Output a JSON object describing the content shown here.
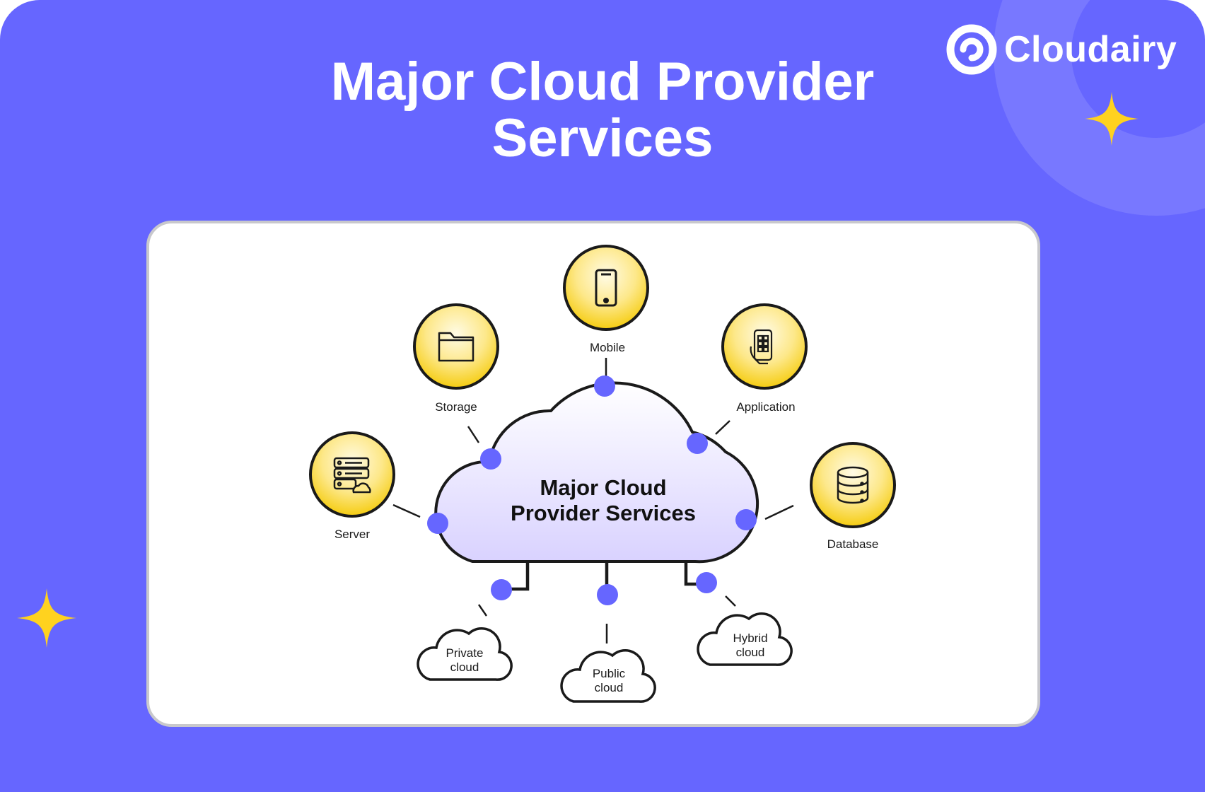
{
  "brand": {
    "name": "Cloudairy"
  },
  "title": {
    "line1": "Major Cloud Provider",
    "line2": "Services"
  },
  "diagram": {
    "center": {
      "line1": "Major  Cloud",
      "line2": "Provider Services"
    },
    "services": [
      {
        "label": "Server",
        "icon": "server-icon"
      },
      {
        "label": "Storage",
        "icon": "folder-icon"
      },
      {
        "label": "Mobile",
        "icon": "smartphone-icon"
      },
      {
        "label": "Application",
        "icon": "app-phone-icon"
      },
      {
        "label": "Database",
        "icon": "database-icon"
      }
    ],
    "deployments": [
      {
        "line1": "Private",
        "line2": "cloud"
      },
      {
        "line1": "Public",
        "line2": "cloud"
      },
      {
        "line1": "Hybrid",
        "line2": "cloud"
      }
    ]
  },
  "colors": {
    "background": "#6666ff",
    "accent_node": "#6666ff",
    "icon_gold": "#f7d21b",
    "sparkle": "#ffd21f",
    "cloud_fill_top": "#ffffff",
    "cloud_fill_bottom": "#d9d2ff"
  }
}
